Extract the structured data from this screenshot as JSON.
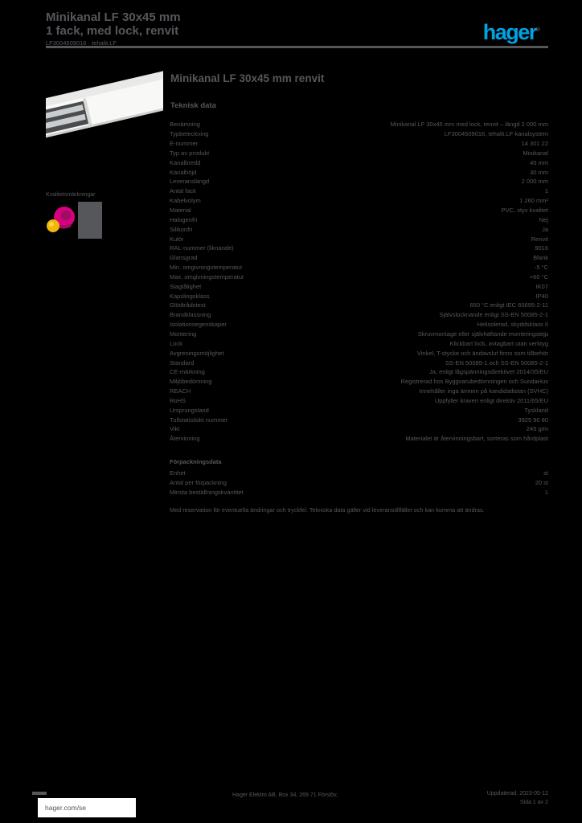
{
  "colors": {
    "background": "#000000",
    "text_grey": "#55575a",
    "brand_blue": "#00a2e2",
    "cert_magenta": "#d6017e",
    "cert_yellow": "#f2b705",
    "footer_box_white": "#ffffff"
  },
  "header": {
    "title_line1": "Minikanal LF 30x45 mm",
    "title_line2": "1 fack, med lock, renvit",
    "title_line3": "LF3004509016 · tehalit.LF",
    "brand_logo_text": "hager",
    "brand_registered_mark": "®"
  },
  "sidebar": {
    "label": "Kvalitetsmärkningar",
    "cert_logo_name": "miljö-certifieringsmärke",
    "cert_badge2_name": "certifieringsmärke"
  },
  "main": {
    "title": "Minikanal LF 30x45 mm renvit",
    "section_heading": "Teknisk data"
  },
  "spec_table": {
    "rows": [
      {
        "label": "Benämning",
        "value": "Minikanal LF 30x45 mm med lock, renvit – längd 2 000 mm"
      },
      {
        "label": "Typbeteckning",
        "value": "LF3004509016, tehalit.LF kanalsystem"
      },
      {
        "label": "E-nummer",
        "value": "14 301 22"
      },
      {
        "label": "Typ av produkt",
        "value": "Minikanal"
      },
      {
        "label": "Kanalbredd",
        "value": "45 mm"
      },
      {
        "label": "Kanalhöjd",
        "value": "30 mm"
      },
      {
        "label": "Leveranslängd",
        "value": "2 000 mm"
      },
      {
        "label": "Antal fack",
        "value": "1"
      },
      {
        "label": "Kabelvolym",
        "value": "1 260 mm²"
      },
      {
        "label": "Material",
        "value": "PVC, styv kvalitet"
      },
      {
        "label": "Halogenfri",
        "value": "Nej"
      },
      {
        "label": "Silikonfri",
        "value": "Ja"
      },
      {
        "label": "Kulör",
        "value": "Renvit"
      },
      {
        "label": "RAL-nummer (liknande)",
        "value": "9016"
      },
      {
        "label": "Glansgrad",
        "value": "Blank"
      },
      {
        "label": "Min. omgivningstemperatur",
        "value": "-5 °C"
      },
      {
        "label": "Max. omgivningstemperatur",
        "value": "+60 °C"
      },
      {
        "label": "Slagtålighet",
        "value": "IK07"
      },
      {
        "label": "Kapslingsklass",
        "value": "IP40"
      },
      {
        "label": "Glödtrådstest",
        "value": "650 °C enligt IEC 60695-2-11"
      },
      {
        "label": "Brandklassning",
        "value": "Självslocknande enligt SS-EN 50085-2-1"
      },
      {
        "label": "Isolationsegenskaper",
        "value": "Helisolerad, skyddsklass II"
      },
      {
        "label": "Montering",
        "value": "Skruvmontage eller självhäftande monteringstejp"
      },
      {
        "label": "Lock",
        "value": "Klickbart lock, avtagbart utan verktyg"
      },
      {
        "label": "Avgreningsmöjlighet",
        "value": "Vinkel, T-stycke och ändavslut finns som tillbehör"
      },
      {
        "label": "Standard",
        "value": "SS-EN 50085-1 och SS-EN 50085-2-1"
      },
      {
        "label": "CE-märkning",
        "value": "Ja, enligt lågspänningsdirektivet 2014/35/EU"
      },
      {
        "label": "Miljöbedömning",
        "value": "Registrerad hos Byggvarubedömningen och SundaHus"
      },
      {
        "label": "REACH",
        "value": "Innehåller inga ämnen på kandidatlistan (SVHC)"
      },
      {
        "label": "RoHS",
        "value": "Uppfyller kraven enligt direktiv 2011/65/EU"
      },
      {
        "label": "Ursprungsland",
        "value": "Tyskland"
      },
      {
        "label": "Tullstatistiskt nummer",
        "value": "3925 90 80"
      },
      {
        "label": "Vikt",
        "value": "245 g/m"
      },
      {
        "label": "Återvinning",
        "value": "Materialet är återvinningsbart, sorteras som hårdplast"
      }
    ]
  },
  "packaging": {
    "heading": "Förpackningsdata",
    "rows": [
      {
        "label": "Enhet",
        "value": "st"
      },
      {
        "label": "Antal per förpackning",
        "value": "20 st"
      },
      {
        "label": "Minsta beställningskvantitet",
        "value": "1"
      }
    ]
  },
  "footnote": "Med reservation för eventuella ändringar och tryckfel. Tekniska data gäller vid leveranstillfället och kan komma att ändras.",
  "footer": {
    "website": "hager.com/se",
    "address": "Hager Elektro AB, Box 34, 269 71 Förslöv,",
    "updated": "Uppdaterad: 2023-05-12",
    "page": "Sida 1 av 2"
  }
}
